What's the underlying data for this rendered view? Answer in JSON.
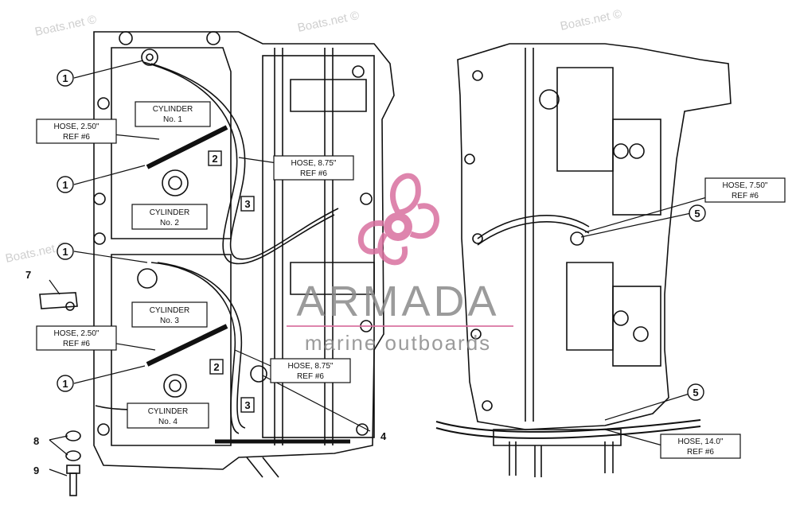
{
  "watermarks": [
    "Boats.net ©",
    "Boats.net ©",
    "Boats.net ©",
    "Boats.net ©"
  ],
  "logo": {
    "brand": "ARMADA",
    "tagline": "marine outboards",
    "color_pink": "#d9709f",
    "color_gray": "#8a8a8a"
  },
  "left_view": {
    "cylinder_boxes": [
      {
        "line1": "CYLINDER",
        "line2": "No. 1"
      },
      {
        "line1": "CYLINDER",
        "line2": "No. 2"
      },
      {
        "line1": "CYLINDER",
        "line2": "No. 3"
      },
      {
        "line1": "CYLINDER",
        "line2": "No. 4"
      }
    ],
    "hose_boxes": [
      {
        "line1": "HOSE,   2.50\"",
        "line2": "REF #6"
      },
      {
        "line1": "HOSE,   8.75\"",
        "line2": "REF #6"
      },
      {
        "line1": "HOSE,   2.50\"",
        "line2": "REF #6"
      },
      {
        "line1": "HOSE,   8.75\"",
        "line2": "REF #6"
      }
    ],
    "callouts": [
      "1",
      "1",
      "1",
      "1",
      "2",
      "2",
      "3",
      "3",
      "4",
      "7",
      "8",
      "9"
    ]
  },
  "right_view": {
    "hose_boxes": [
      {
        "line1": "HOSE,   7.50\"",
        "line2": "REF #6"
      },
      {
        "line1": "HOSE,   14.0\"",
        "line2": "REF #6"
      }
    ],
    "callouts": [
      "5",
      "5"
    ]
  }
}
